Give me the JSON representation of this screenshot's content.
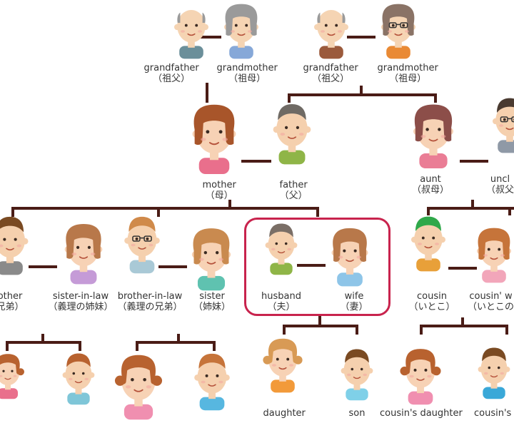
{
  "highlight_color": "#c8234d",
  "line_color": "#4a1c16",
  "people": [
    {
      "id": "gf1",
      "label": "grandfather",
      "kanji": "（祖父）",
      "gender": "m",
      "age": "old",
      "skin": "#f5d4b3",
      "shirt": "#6b8f9a",
      "hair": "#9a9a9a",
      "glasses": false
    },
    {
      "id": "gm1",
      "label": "grandmother",
      "kanji": "（祖母）",
      "gender": "f",
      "age": "old",
      "skin": "#f5d4b3",
      "shirt": "#86a8d8",
      "hair": "#9a9a9a",
      "glasses": false
    },
    {
      "id": "gf2",
      "label": "grandfather",
      "kanji": "（祖父）",
      "gender": "m",
      "age": "old",
      "skin": "#f5d4b3",
      "shirt": "#9b5a3c",
      "hair": "#9a9a9a",
      "glasses": false
    },
    {
      "id": "gm2",
      "label": "grandmother",
      "kanji": "（祖母）",
      "gender": "f",
      "age": "old",
      "skin": "#f5d4b3",
      "shirt": "#e98a35",
      "hair": "#8a7366",
      "glasses": true
    },
    {
      "id": "mother",
      "label": "mother",
      "kanji": "（母）",
      "gender": "f",
      "age": "adult",
      "skin": "#f7d2b5",
      "shirt": "#e96f8c",
      "hair": "#a8552a",
      "glasses": false
    },
    {
      "id": "father",
      "label": "father",
      "kanji": "（父）",
      "gender": "m",
      "age": "adult",
      "skin": "#f5d0ae",
      "shirt": "#8fb547",
      "hair": "#6f6a64",
      "glasses": false
    },
    {
      "id": "aunt",
      "label": "aunt",
      "kanji": "（叔母）",
      "gender": "f",
      "age": "adult",
      "skin": "#f7d2b5",
      "shirt": "#ea7d95",
      "hair": "#8c4e49",
      "glasses": false
    },
    {
      "id": "uncle",
      "label": "uncl",
      "kanji": "（叔父",
      "gender": "m",
      "age": "adult",
      "skin": "#f5d0ae",
      "shirt": "#8f99a6",
      "hair": "#4a3a30",
      "glasses": true
    },
    {
      "id": "brother",
      "label": "other",
      "kanji": "兄弟）",
      "gender": "m",
      "age": "adult",
      "skin": "#f5d0ae",
      "shirt": "#8a8a8a",
      "hair": "#7a4a22",
      "glasses": false
    },
    {
      "id": "sil",
      "label": "sister-in-law",
      "kanji": "（義理の姉妹）",
      "gender": "f",
      "age": "adult",
      "skin": "#f7d2b5",
      "shirt": "#c59bd7",
      "hair": "#b8784a",
      "glasses": false
    },
    {
      "id": "bil",
      "label": "brother-in-law",
      "kanji": "（義理の兄弟）",
      "gender": "m",
      "age": "adult",
      "skin": "#f5d0ae",
      "shirt": "#a9c9d6",
      "hair": "#d08a4a",
      "glasses": true
    },
    {
      "id": "sister",
      "label": "sister",
      "kanji": "（姉妹）",
      "gender": "f",
      "age": "adult",
      "skin": "#f7d2b5",
      "shirt": "#5fc2b0",
      "hair": "#c98a4f",
      "glasses": false
    },
    {
      "id": "husband",
      "label": "husband",
      "kanji": "（夫）",
      "gender": "m",
      "age": "adult",
      "skin": "#f5d0ae",
      "shirt": "#8fb547",
      "hair": "#7a6e66",
      "glasses": false
    },
    {
      "id": "wife",
      "label": "wife",
      "kanji": "（妻）",
      "gender": "f",
      "age": "adult",
      "skin": "#f7d2b5",
      "shirt": "#8ec5e8",
      "hair": "#b8784a",
      "glasses": false
    },
    {
      "id": "cousin1",
      "label": "cousin",
      "kanji": "（いとこ）",
      "gender": "m",
      "age": "adult",
      "skin": "#f5d0ae",
      "shirt": "#e8a039",
      "hair": "#2fa84a",
      "glasses": false
    },
    {
      "id": "cousin2",
      "label": "cousin' w",
      "kanji": "（いとこの",
      "gender": "f",
      "age": "adult",
      "skin": "#f7d2b5",
      "shirt": "#f2a6ba",
      "hair": "#c6743a",
      "glasses": false
    },
    {
      "id": "k1",
      "label": "",
      "kanji": "",
      "gender": "f",
      "age": "child",
      "skin": "#f7d2b5",
      "shirt": "#e96f8c",
      "hair": "#b8622f",
      "glasses": false
    },
    {
      "id": "k2",
      "label": "",
      "kanji": "",
      "gender": "m",
      "age": "child",
      "skin": "#f5d0ae",
      "shirt": "#7fc6d8",
      "hair": "#b8622f",
      "glasses": false
    },
    {
      "id": "k3",
      "label": "",
      "kanji": "",
      "gender": "f",
      "age": "child",
      "skin": "#f7d2b5",
      "shirt": "#f08fb0",
      "hair": "#b8622f",
      "glasses": false
    },
    {
      "id": "k4",
      "label": "",
      "kanji": "",
      "gender": "m",
      "age": "child",
      "skin": "#f5d0ae",
      "shirt": "#57b7e0",
      "hair": "#c6743a",
      "glasses": false
    },
    {
      "id": "daughter",
      "label": "daughter",
      "kanji": "",
      "gender": "f",
      "age": "child",
      "skin": "#f7d2b5",
      "shirt": "#f29a3a",
      "hair": "#d89a55",
      "glasses": false
    },
    {
      "id": "son",
      "label": "son",
      "kanji": "",
      "gender": "m",
      "age": "child",
      "skin": "#f5d0ae",
      "shirt": "#7fd0e8",
      "hair": "#7a4a22",
      "glasses": false
    },
    {
      "id": "cdaughter",
      "label": "cousin's daughter",
      "kanji": "",
      "gender": "f",
      "age": "child",
      "skin": "#f7d2b5",
      "shirt": "#f08fb0",
      "hair": "#b8622f",
      "glasses": false
    },
    {
      "id": "cson",
      "label": "cousin's",
      "kanji": "",
      "gender": "m",
      "age": "child",
      "skin": "#f5d0ae",
      "shirt": "#3aa8d8",
      "hair": "#7a4a22",
      "glasses": false
    }
  ]
}
